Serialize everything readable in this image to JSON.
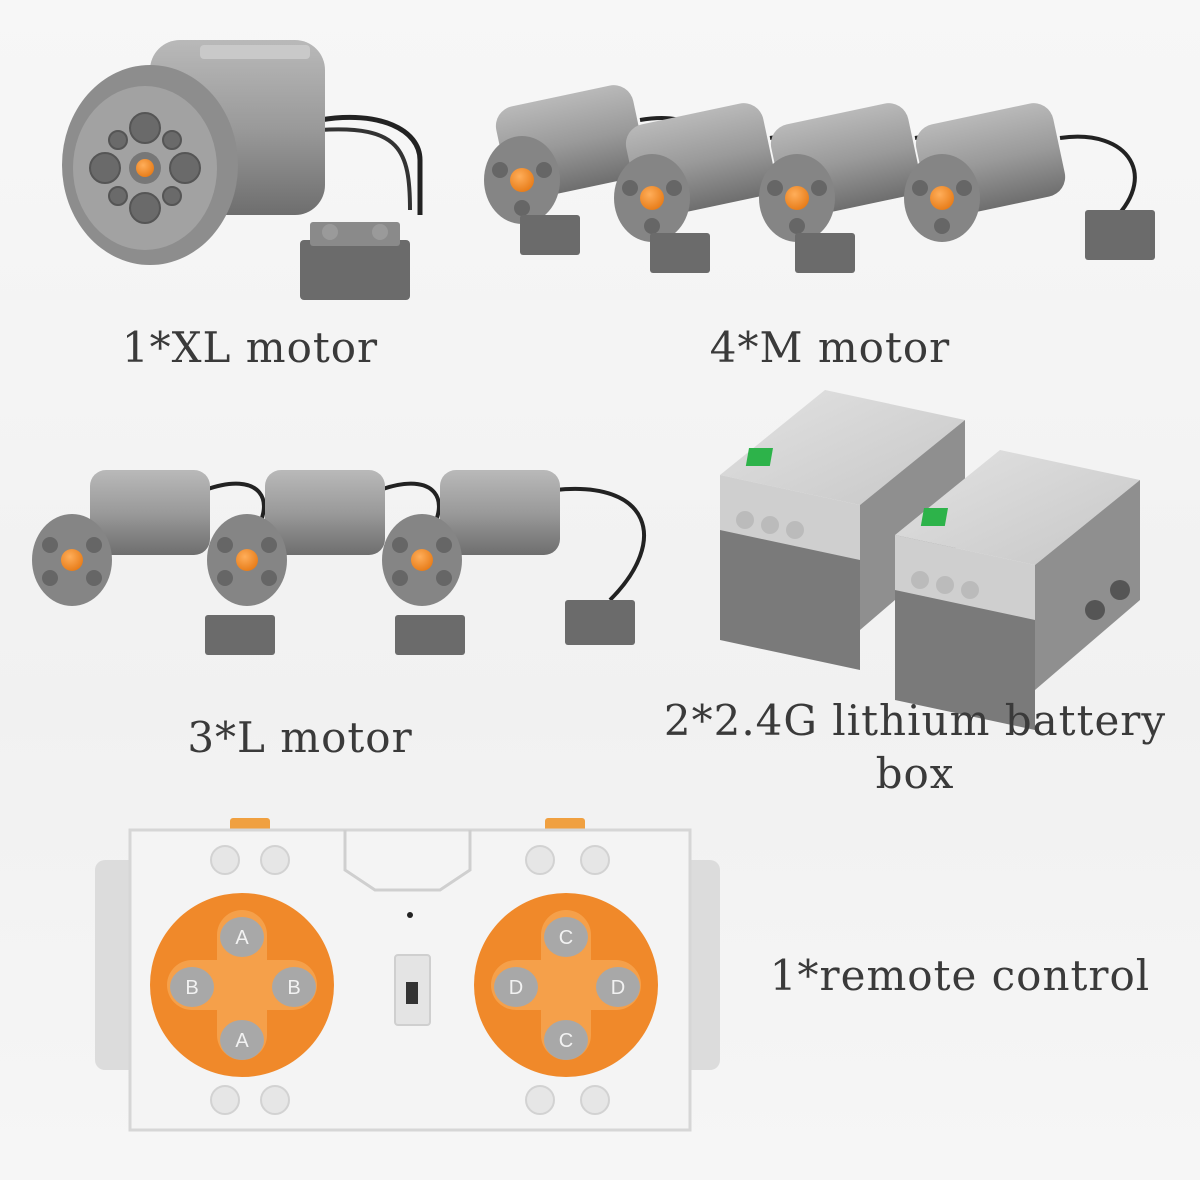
{
  "labels": {
    "xl_motor": "1*XL motor",
    "m_motor": "4*M motor",
    "l_motor": "3*L motor",
    "battery_box_line1": "2*2.4G lithium battery",
    "battery_box_line2": "box",
    "remote_control": "1*remote control"
  },
  "remote": {
    "left_pad": {
      "up": "A",
      "down": "A",
      "left": "B",
      "right": "B"
    },
    "right_pad": {
      "up": "C",
      "down": "C",
      "left": "D",
      "right": "D"
    }
  },
  "colors": {
    "motor_gray": "#8a8a8a",
    "orange": "#f08a24",
    "battery_light": "#d9d9d9",
    "battery_dark": "#7a7a7a",
    "green": "#2db34a",
    "remote_white": "#f4f4f4"
  }
}
